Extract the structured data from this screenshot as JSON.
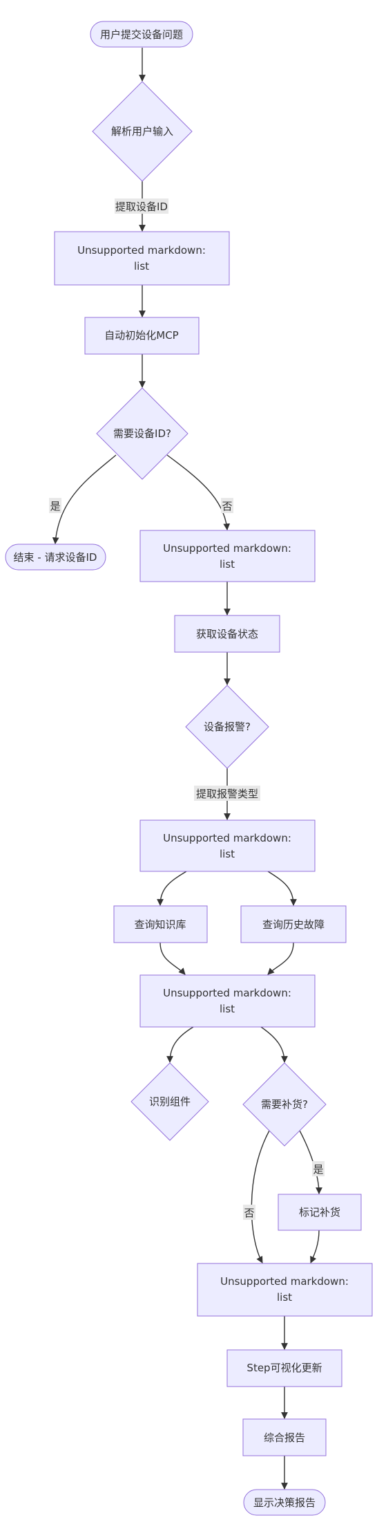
{
  "nodes": {
    "start": "用户提交设备问题",
    "parse": "解析用户输入",
    "md1_line1": "Unsupported markdown:",
    "md1_line2": "list",
    "init": "自动初始化MCP",
    "need_id": "需要设备ID?",
    "end_req": "结束 - 请求设备ID",
    "md2_line1": "Unsupported markdown:",
    "md2_line2": "list",
    "get_status": "获取设备状态",
    "alarm": "设备报警?",
    "md3_line1": "Unsupported markdown:",
    "md3_line2": "list",
    "kb": "查询知识库",
    "history": "查询历史故障",
    "md4_line1": "Unsupported markdown:",
    "md4_line2": "list",
    "identify": "识别组件",
    "restock": "需要补货?",
    "mark": "标记补货",
    "md5_line1": "Unsupported markdown:",
    "md5_line2": "list",
    "step": "Step可视化更新",
    "report": "综合报告",
    "show": "显示决策报告"
  },
  "edge_labels": {
    "extract_id": "提取设备ID",
    "yes1": "是",
    "no1": "否",
    "extract_alarm": "提取报警类型",
    "yes2": "是",
    "no2": "否"
  }
}
